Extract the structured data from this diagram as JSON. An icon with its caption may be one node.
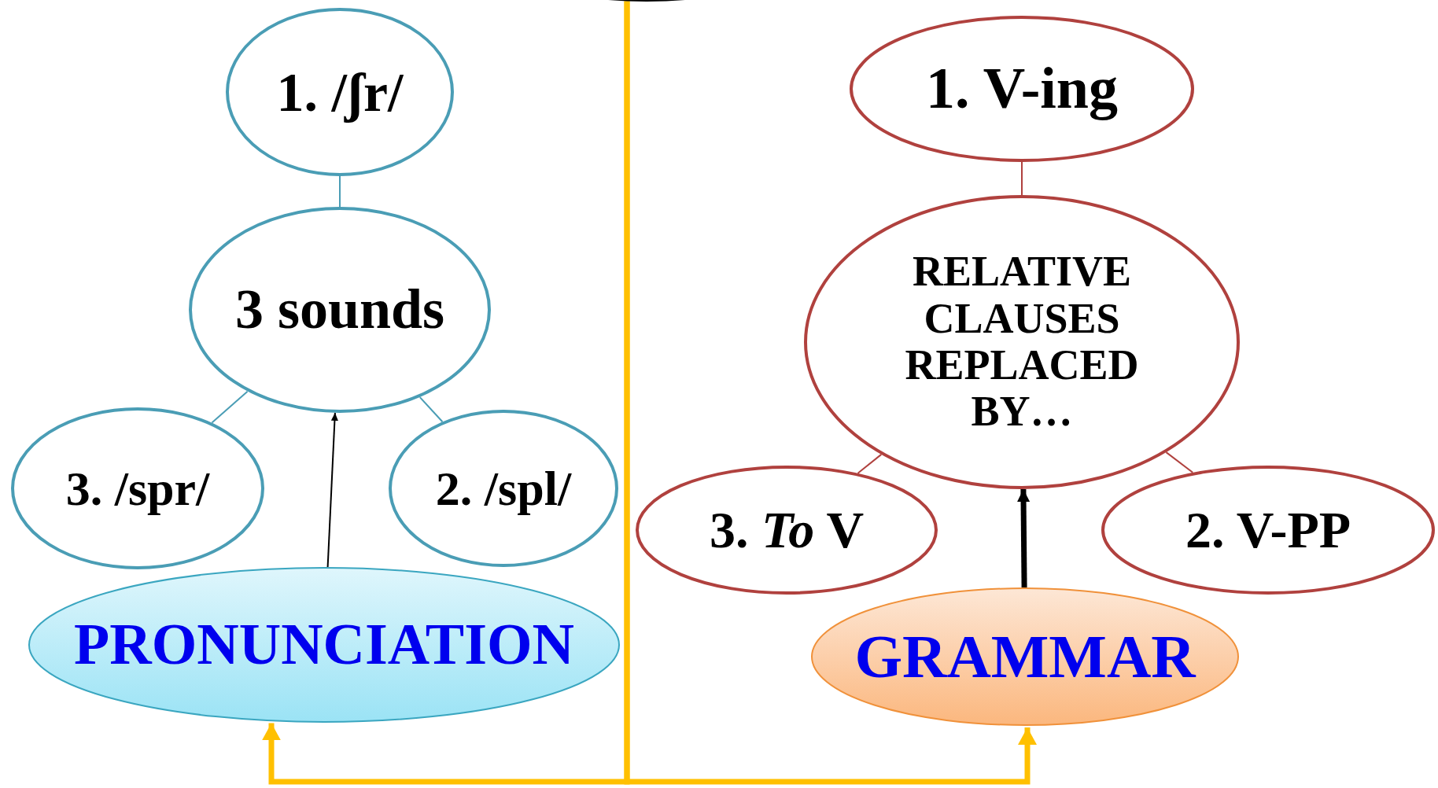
{
  "diagram": {
    "nodes": [
      {
        "text": [],
        "shape": "ellipse"
      },
      {
        "text": [
          "1. /ʃr/"
        ]
      },
      {
        "text": [
          "3 sounds"
        ]
      },
      {
        "text": [
          "3. /spr/"
        ]
      },
      {
        "text": [
          "2. /spl/"
        ]
      },
      {
        "text": [
          "PRONUNCIATION"
        ]
      },
      {
        "text": [
          "1. V-ing"
        ]
      },
      {
        "text": [
          "RELATIVE CLAUSES REPLACED BY…"
        ]
      },
      {
        "text": [
          "3. *To* V"
        ]
      },
      {
        "text": [
          "2. V-PP"
        ]
      },
      {
        "text": [
          "GRAMMAR"
        ]
      }
    ],
    "edges": [
      {
        "from": 1,
        "to": 2,
        "arrow": "none",
        "color": "#4a9db5"
      },
      {
        "from": 2,
        "to": 3,
        "arrow": "none",
        "color": "#4a9db5"
      },
      {
        "from": 2,
        "to": 4,
        "arrow": "none",
        "color": "#4a9db5"
      },
      {
        "from": 5,
        "to": 2,
        "arrow": "to",
        "color": "#000000"
      },
      {
        "from": 6,
        "to": 7,
        "arrow": "none",
        "color": "#b0413e"
      },
      {
        "from": 7,
        "to": 8,
        "arrow": "none",
        "color": "#b0413e"
      },
      {
        "from": 7,
        "to": 9,
        "arrow": "none",
        "color": "#b0413e"
      },
      {
        "from": 10,
        "to": 7,
        "arrow": "to",
        "style": "thick",
        "color": "#000000"
      },
      {
        "from": 0,
        "to": 5,
        "arrow": "to",
        "style": "thick",
        "color": "#ffc000"
      },
      {
        "from": 0,
        "to": 10,
        "arrow": "to",
        "style": "thick",
        "color": "#ffc000"
      }
    ]
  }
}
